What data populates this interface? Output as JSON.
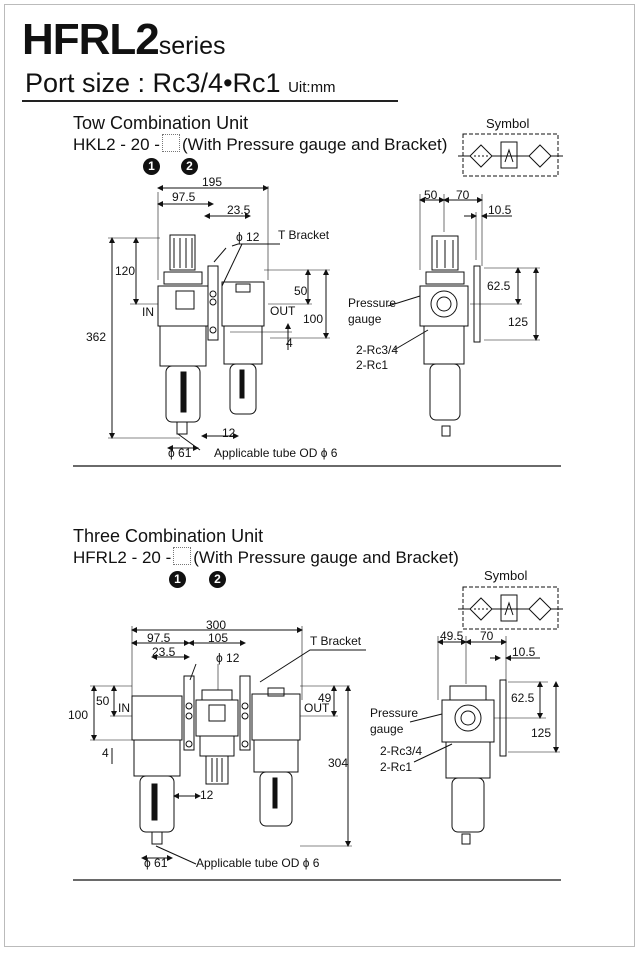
{
  "header": {
    "series_name": "HFRL2",
    "series_suffix": "series",
    "port_size": "Port size : Rc3/4•Rc1",
    "unit": "Uit:mm"
  },
  "two_unit": {
    "title": "Tow Combination Unit",
    "model_prefix": "HKL2 - 20 -",
    "model_suffix": "(With Pressure gauge and Bracket)",
    "marker1": "➊",
    "marker2": "➋",
    "symbol_label": "Symbol",
    "front": {
      "d195": "195",
      "d97_5": "97.5",
      "d23_5": "23.5",
      "phi12": "ϕ 12",
      "t_bracket": "T Bracket",
      "d120": "120",
      "d50": "50",
      "d100": "100",
      "d362": "362",
      "d4": "4",
      "in": "IN",
      "out": "OUT",
      "d12": "12",
      "phi61": "ϕ 61",
      "tube": "Applicable tube OD ϕ 6"
    },
    "side": {
      "d50": "50",
      "d70": "70",
      "d10_5": "10.5",
      "d62_5": "62.5",
      "d125": "125",
      "pressure": "Pressure",
      "gauge": "gauge",
      "port1": "2-Rc3/4",
      "port2": "2-Rc1"
    }
  },
  "three_unit": {
    "title": "Three Combination Unit",
    "model_prefix": "HFRL2 - 20 -",
    "model_suffix": "(With Pressure gauge and Bracket)",
    "marker1": "➊",
    "marker2": "➋",
    "symbol_label": "Symbol",
    "front": {
      "d300": "300",
      "d97_5": "97.5",
      "d105": "105",
      "d23_5": "23.5",
      "phi12": "ϕ 12",
      "t_bracket": "T Bracket",
      "d50": "50",
      "d100": "100",
      "d49": "49",
      "d4": "4",
      "in": "IN",
      "out": "OUT",
      "d304": "304",
      "d12": "12",
      "phi61": "ϕ 61",
      "tube": "Applicable tube OD ϕ 6"
    },
    "side": {
      "d49_5": "49.5",
      "d70": "70",
      "d10_5": "10.5",
      "d62_5": "62.5",
      "d125": "125",
      "pressure": "Pressure",
      "gauge": "gauge",
      "port1": "2-Rc3/4",
      "port2": "2-Rc1"
    }
  }
}
